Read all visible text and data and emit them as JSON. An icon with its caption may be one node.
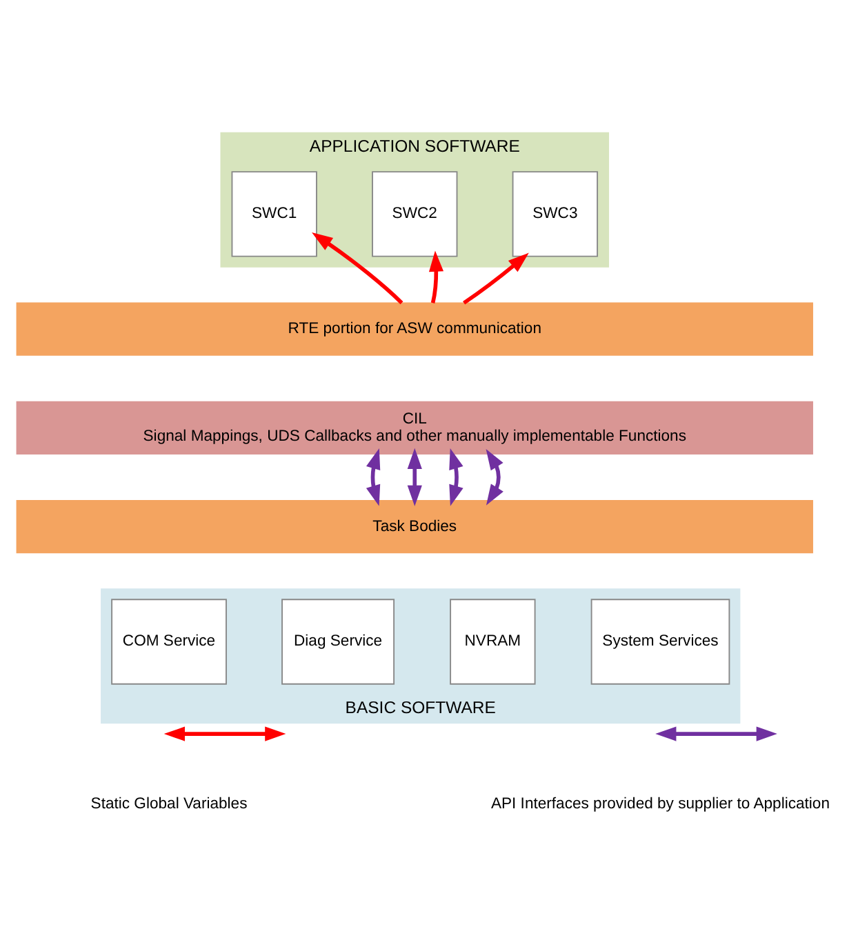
{
  "diagram": {
    "nodes": [
      {
        "text": [
          "APPLICATION SOFTWARE"
        ]
      },
      {
        "text": [
          "SWC1"
        ],
        "in": 0
      },
      {
        "text": [
          "SWC2"
        ],
        "in": 0
      },
      {
        "text": [
          "SWC3"
        ],
        "in": 0
      },
      {
        "text": [
          "RTE portion for ASW communication"
        ]
      },
      {
        "text": [
          "CIL",
          "Signal Mappings, UDS Callbacks and other manually implementable Functions"
        ]
      },
      {
        "text": [
          "Task Bodies"
        ]
      },
      {
        "text": [
          "BASIC SOFTWARE"
        ]
      },
      {
        "text": [
          "COM Service"
        ],
        "in": 7
      },
      {
        "text": [
          "Diag Service"
        ],
        "in": 7
      },
      {
        "text": [
          "NVRAM"
        ],
        "in": 7
      },
      {
        "text": [
          "System Services"
        ],
        "in": 7
      }
    ],
    "edges": [
      {
        "from": 4,
        "to": 1,
        "arrow": "to",
        "color": "#ff0000"
      },
      {
        "from": 4,
        "to": 2,
        "arrow": "to",
        "color": "#ff0000"
      },
      {
        "from": 4,
        "to": 3,
        "arrow": "to",
        "color": "#ff0000"
      },
      {
        "from": 5,
        "to": 6,
        "arrow": "both",
        "color": "#7030a0"
      },
      {
        "from": 5,
        "to": 6,
        "arrow": "both",
        "color": "#7030a0"
      },
      {
        "from": 5,
        "to": 6,
        "arrow": "both",
        "color": "#7030a0"
      },
      {
        "from": 5,
        "to": 6,
        "arrow": "both",
        "color": "#7030a0"
      }
    ],
    "legend": [
      {
        "text": "Static Global Variables"
      },
      {
        "text": "API Interfaces provided by supplier to Application"
      }
    ]
  }
}
